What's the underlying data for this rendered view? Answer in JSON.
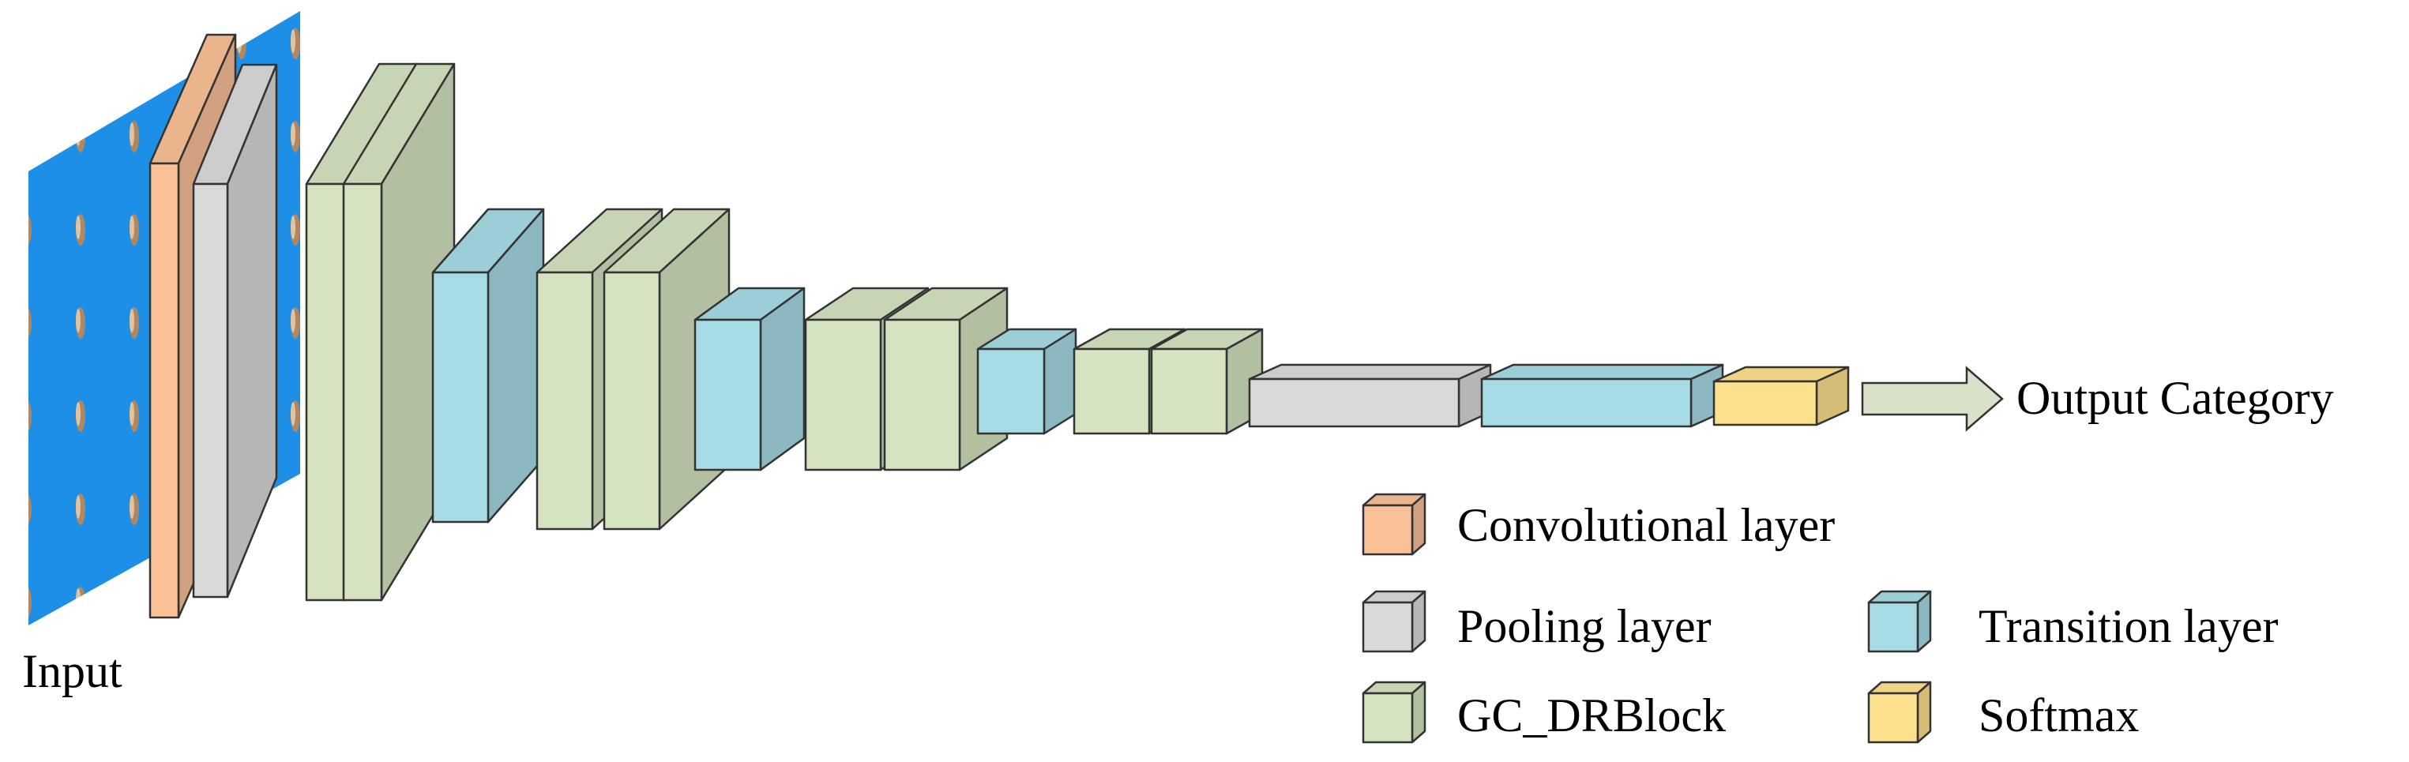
{
  "labels": {
    "input": "Input",
    "output": "Output Category"
  },
  "colors": {
    "input_blue": "#1e8fe6",
    "convolutional": "#f9bf96",
    "pooling": "#d9d9d9",
    "gc_drblock": "#d5e3c0",
    "transition": "#a6dbe6",
    "softmax": "#fde08e",
    "arrow": "#d8e2c8"
  },
  "layers": [
    {
      "type": "convolutional"
    },
    {
      "type": "pooling"
    },
    {
      "type": "gc_drblock"
    },
    {
      "type": "gc_drblock"
    },
    {
      "type": "transition"
    },
    {
      "type": "gc_drblock"
    },
    {
      "type": "gc_drblock"
    },
    {
      "type": "transition"
    },
    {
      "type": "gc_drblock"
    },
    {
      "type": "gc_drblock"
    },
    {
      "type": "transition"
    },
    {
      "type": "gc_drblock"
    },
    {
      "type": "gc_drblock"
    },
    {
      "type": "pooling"
    },
    {
      "type": "transition"
    },
    {
      "type": "softmax"
    }
  ],
  "legend": [
    {
      "type": "convolutional",
      "label": "Convolutional layer"
    },
    {
      "type": "pooling",
      "label": "Pooling layer"
    },
    {
      "type": "transition",
      "label": "Transition layer"
    },
    {
      "type": "gc_drblock",
      "label": "GC_DRBlock"
    },
    {
      "type": "softmax",
      "label": "Softmax"
    }
  ]
}
